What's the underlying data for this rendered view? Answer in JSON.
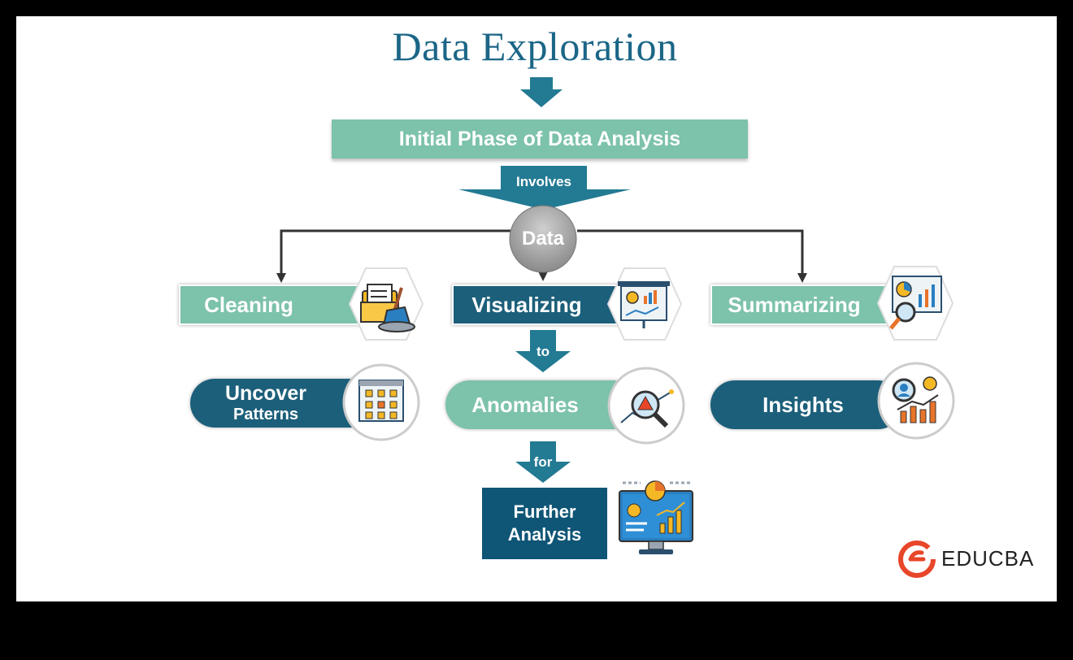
{
  "title": "Data Exploration",
  "phase": "Initial Phase of Data Analysis",
  "connector_involves": "Involves",
  "hub": "Data",
  "branches": [
    {
      "label": "Cleaning",
      "icon": "folder-broom-icon",
      "result": "Uncover",
      "result2": "Patterns",
      "result_icon": "pattern-grid-icon"
    },
    {
      "label": "Visualizing",
      "icon": "presentation-board-icon",
      "result": "Anomalies",
      "result2": "",
      "result_icon": "magnifier-warning-icon"
    },
    {
      "label": "Summarizing",
      "icon": "report-magnifier-icon",
      "result": "Insights",
      "result2": "",
      "result_icon": "insight-chart-icon"
    }
  ],
  "connector_to": "to",
  "connector_for": "for",
  "final": {
    "line1": "Further",
    "line2": "Analysis",
    "icon": "monitor-dashboard-icon"
  },
  "brand": "EDUCBA",
  "colors": {
    "title": "#1b6687",
    "teal": "#7dc2ab",
    "dark_teal": "#1c5f7a",
    "navy": "#0f5576",
    "brand": "#e8462a"
  }
}
